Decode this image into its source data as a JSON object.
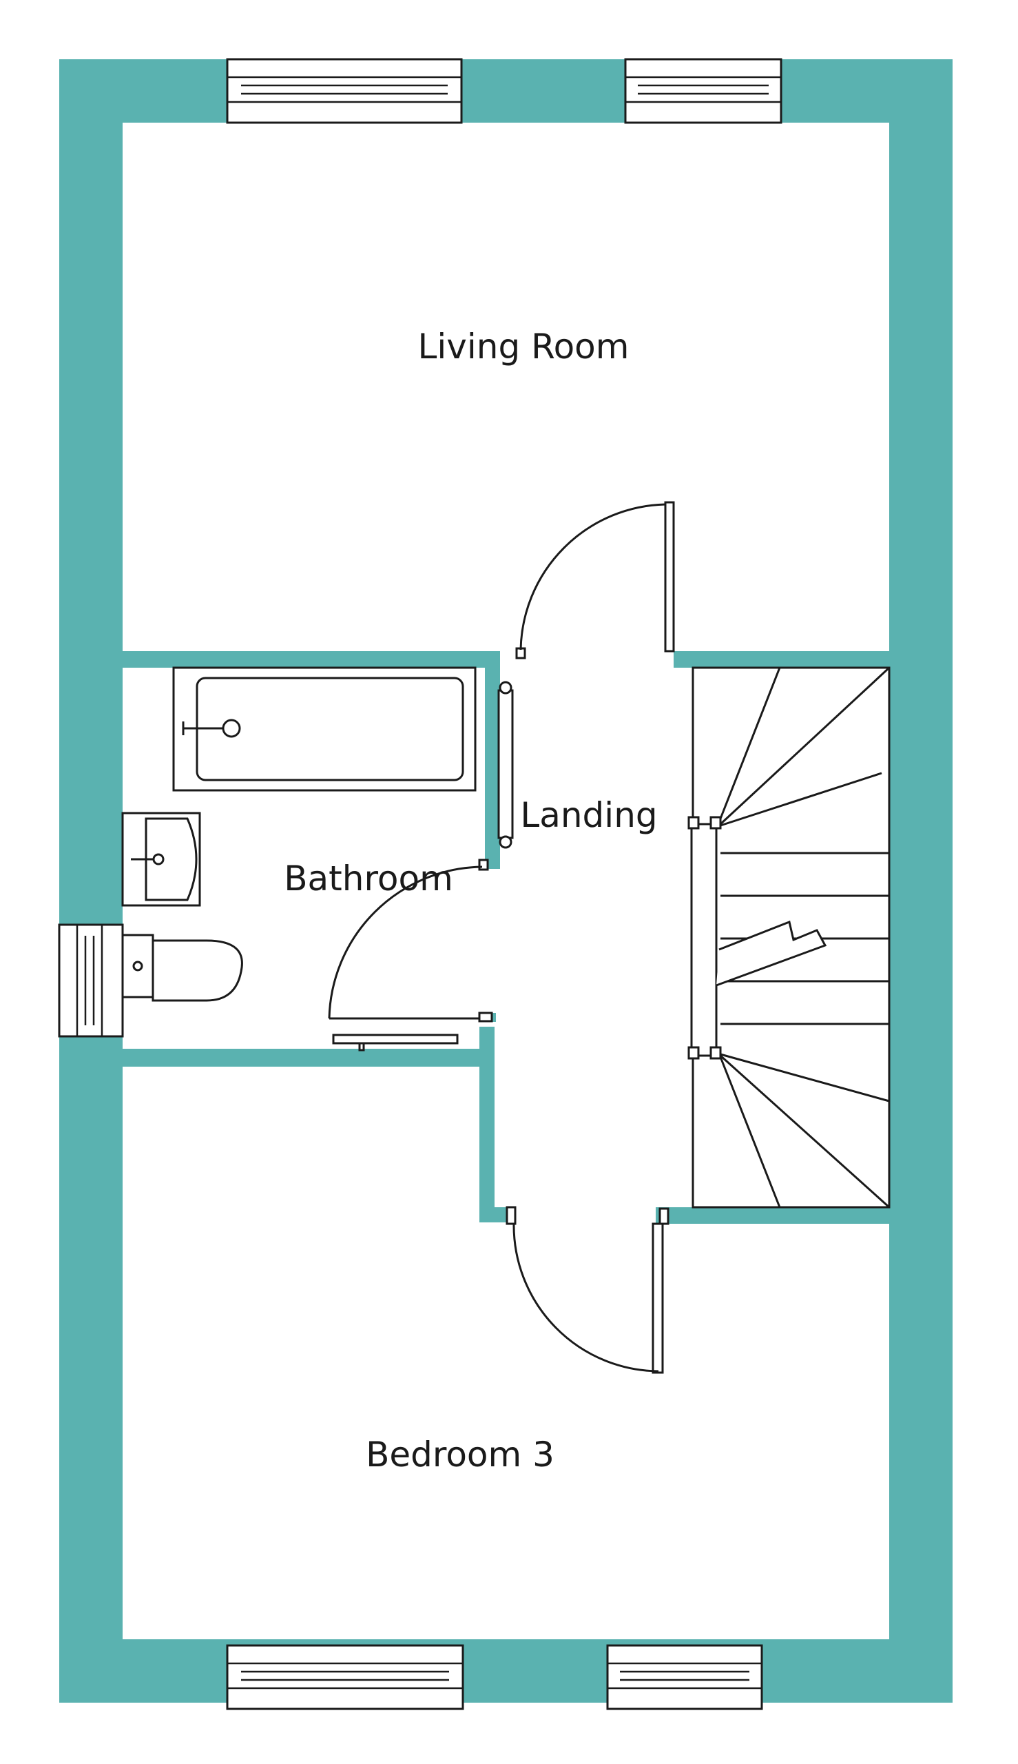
{
  "colors": {
    "wall": "#5ab2b0",
    "floor": "#ffffff",
    "line": "#1a1a1a"
  },
  "rooms": {
    "living_room": "Living Room",
    "landing": "Landing",
    "bathroom": "Bathroom",
    "bedroom_3": "Bedroom 3"
  },
  "fixtures": {
    "bath": "bath-icon",
    "basin": "basin-icon",
    "toilet": "toilet-icon",
    "radiator": "towel-rail-icon",
    "stairs": "staircase-icon",
    "window": "window-icon",
    "door": "door-swing-icon"
  }
}
